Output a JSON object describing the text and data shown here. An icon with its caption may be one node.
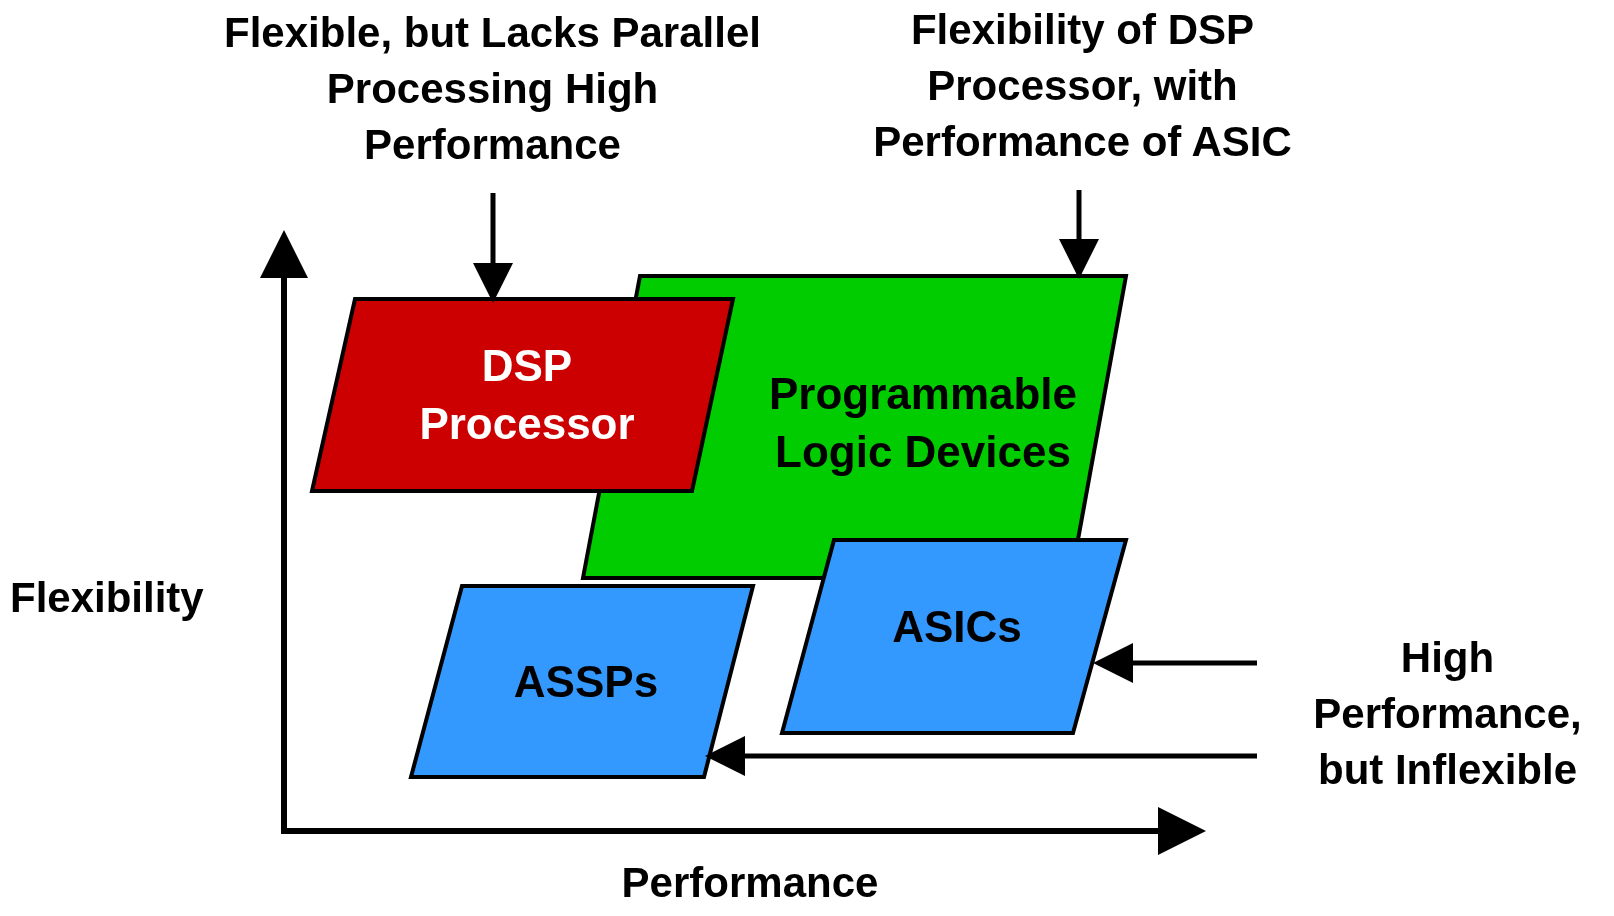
{
  "diagram": {
    "nodes": [
      {
        "text": [
          "Flexible, but Lacks Parallel Processing High Performance"
        ]
      },
      {
        "text": [
          "Flexibility of DSP Processor, with Performance of ASIC"
        ]
      },
      {
        "text": [
          "DSP Processor"
        ]
      },
      {
        "text": [
          "Programmable Logic Devices"
        ]
      },
      {
        "text": [
          "ASSPs"
        ]
      },
      {
        "text": [
          "ASICs"
        ]
      },
      {
        "text": [
          "High Performance, but Inflexible"
        ]
      }
    ],
    "edges": [
      {
        "from": 0,
        "to": 2,
        "arrow": "to"
      },
      {
        "from": 1,
        "to": 3,
        "arrow": "to"
      },
      {
        "from": 6,
        "to": 5,
        "arrow": "to"
      },
      {
        "from": 6,
        "to": 4,
        "arrow": "to"
      }
    ],
    "labels": [
      "Flexibility",
      "Performance"
    ]
  }
}
